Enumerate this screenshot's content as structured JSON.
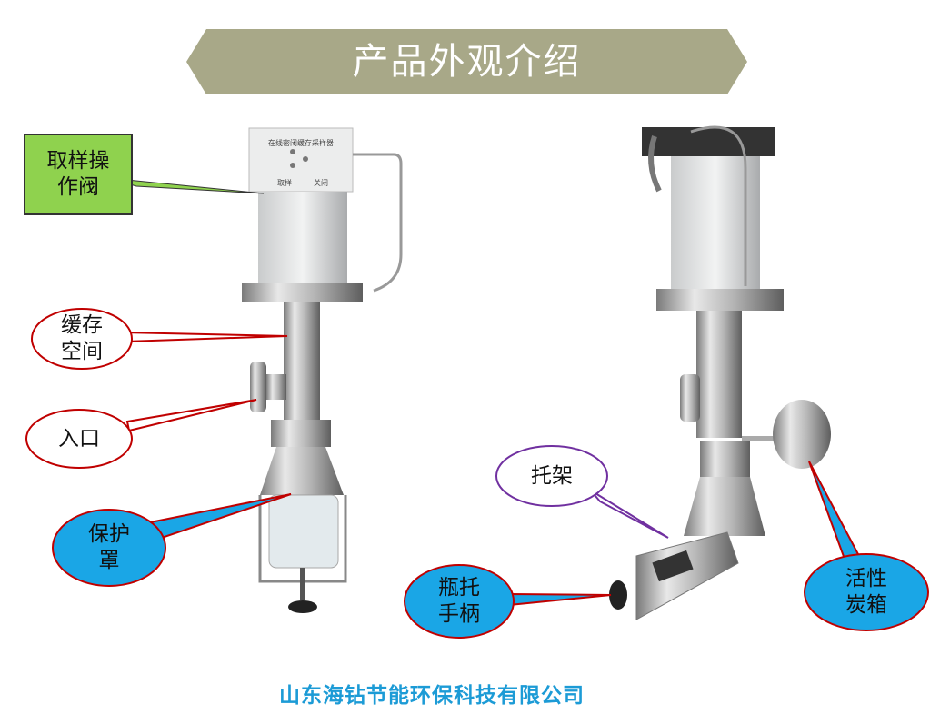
{
  "header": {
    "title": "产品外观介绍"
  },
  "callouts": {
    "sampling_valve": [
      "取样操",
      "作阀"
    ],
    "buffer_space": [
      "缓存",
      "空间"
    ],
    "inlet": [
      "入口"
    ],
    "protective_cover": [
      "保护",
      "罩"
    ],
    "bracket": [
      "托架"
    ],
    "bottle_handle": [
      "瓶托",
      "手柄"
    ],
    "carbon_box": [
      "活性",
      "炭箱"
    ]
  },
  "device_plate": {
    "title": "在线密闭缓存采样器",
    "left": "取样",
    "right": "关闭"
  },
  "footer": {
    "company": "山东海钻节能环保科技有限公司"
  },
  "colors": {
    "banner": "#a8a888",
    "green": "#8fd24e",
    "blue": "#1aa6e6",
    "red": "#c00000",
    "purple": "#7030a0",
    "footer": "#1c9bd6"
  }
}
